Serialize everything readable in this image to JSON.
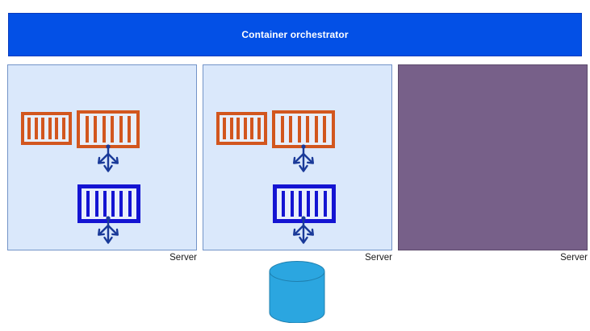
{
  "diagram": {
    "title": "Container orchestrator",
    "orchestrator": {
      "label": "Container orchestrator",
      "color": "#0350e6",
      "text_color": "#ffffff"
    },
    "servers": [
      {
        "id": "server-1",
        "caption": "Server",
        "fill": "#dae8fb",
        "border": "#7394c8",
        "state": "active",
        "containers": [
          {
            "id": "container-1a",
            "color": "#d2561e",
            "type": "app-container",
            "slats": 6
          },
          {
            "id": "container-1b",
            "color": "#d2561e",
            "type": "app-container",
            "slats": 6
          },
          {
            "id": "container-1c",
            "color": "#1414d2",
            "type": "app-container",
            "slats": 6
          }
        ],
        "agents": [
          {
            "id": "agent-1a",
            "icon": "anchor-icon",
            "color": "#1a3a99"
          },
          {
            "id": "agent-1b",
            "icon": "anchor-icon",
            "color": "#1a3a99"
          }
        ]
      },
      {
        "id": "server-2",
        "caption": "Server",
        "fill": "#dae8fb",
        "border": "#7394c8",
        "state": "active",
        "containers": [
          {
            "id": "container-2a",
            "color": "#d2561e",
            "type": "app-container",
            "slats": 6
          },
          {
            "id": "container-2b",
            "color": "#d2561e",
            "type": "app-container",
            "slats": 6
          },
          {
            "id": "container-2c",
            "color": "#1414d2",
            "type": "app-container",
            "slats": 6
          }
        ],
        "agents": [
          {
            "id": "agent-2a",
            "icon": "anchor-icon",
            "color": "#1a3a99"
          },
          {
            "id": "agent-2b",
            "icon": "anchor-icon",
            "color": "#1a3a99"
          }
        ]
      },
      {
        "id": "server-3",
        "caption": "Server",
        "fill": "#776089",
        "border": "#5c4a6b",
        "state": "occupied",
        "containers": [],
        "agents": []
      }
    ],
    "database": {
      "id": "database-cylinder",
      "label": "",
      "color": "#2ba6e0",
      "stroke": "#1f7fae"
    }
  }
}
